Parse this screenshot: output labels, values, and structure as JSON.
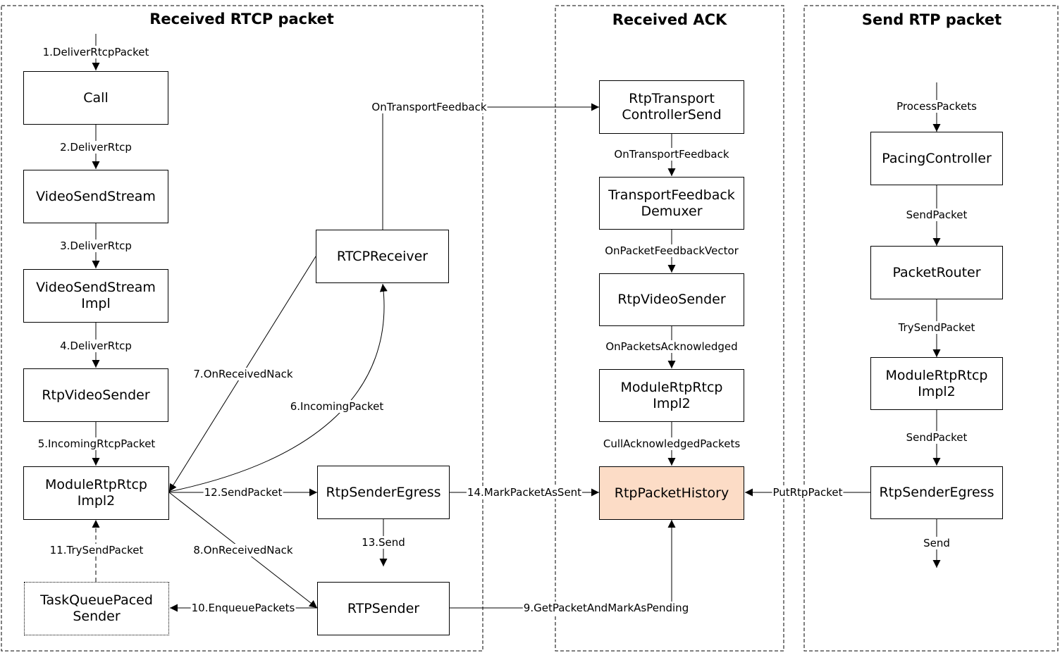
{
  "panels": {
    "rtcp": {
      "title": "Received RTCP packet"
    },
    "ack": {
      "title": "Received ACK"
    },
    "rtp": {
      "title": "Send RTP packet"
    }
  },
  "nodes": {
    "call": "Call",
    "video_send_stream": "VideoSendStream",
    "video_send_stream_impl": "VideoSendStream\nImpl",
    "rtp_video_sender_left": "RtpVideoSender",
    "module_rtp_rtcp_left": "ModuleRtpRtcp\nImpl2",
    "task_queue_paced_sender": "TaskQueuePaced\nSender",
    "rtcp_receiver": "RTCPReceiver",
    "rtp_sender_egress_mid": "RtpSenderEgress",
    "rtp_sender": "RTPSender",
    "rtp_transport_controller_send": "RtpTransport\nControllerSend",
    "transport_feedback_demuxer": "TransportFeedback\nDemuxer",
    "rtp_video_sender_ack": "RtpVideoSender",
    "module_rtp_rtcp_ack": "ModuleRtpRtcp\nImpl2",
    "rtp_packet_history": "RtpPacketHistory",
    "pacing_controller": "PacingController",
    "packet_router": "PacketRouter",
    "module_rtp_rtcp_right": "ModuleRtpRtcp\nImpl2",
    "rtp_sender_egress_right": "RtpSenderEgress"
  },
  "edges": {
    "deliver_rtcp_packet": "1.DeliverRtcpPacket",
    "deliver_rtcp_2": "2.DeliverRtcp",
    "deliver_rtcp_3": "3.DeliverRtcp",
    "deliver_rtcp_4": "4.DeliverRtcp",
    "incoming_rtcp_packet": "5.IncomingRtcpPacket",
    "incoming_packet": "6.IncomingPacket",
    "on_received_nack_7": "7.OnReceivedNack",
    "on_received_nack_8": "8.OnReceivedNack",
    "get_packet_and_mark": "9.GetPacketAndMarkAsPending",
    "enqueue_packets": "10.EnqueuePackets",
    "try_send_packet_11": "11.TrySendPacket",
    "send_packet_12": "12.SendPacket",
    "send_13": "13.Send",
    "mark_packet_as_sent": "14.MarkPacketAsSent",
    "on_transport_feedback_top": "OnTransportFeedback",
    "on_transport_feedback_ack": "OnTransportFeedback",
    "on_packet_feedback_vector": "OnPacketFeedbackVector",
    "on_packets_acknowledged": "OnPacketsAcknowledged",
    "cull_acknowledged_packets": "CullAcknowledgedPackets",
    "process_packets": "ProcessPackets",
    "send_packet_a": "SendPacket",
    "try_send_packet": "TrySendPacket",
    "send_packet_b": "SendPacket",
    "put_rtp_packet": "PutRtpPacket",
    "send_right": "Send"
  },
  "colors": {
    "highlight": "#fcdcc6",
    "line": "#000000"
  }
}
